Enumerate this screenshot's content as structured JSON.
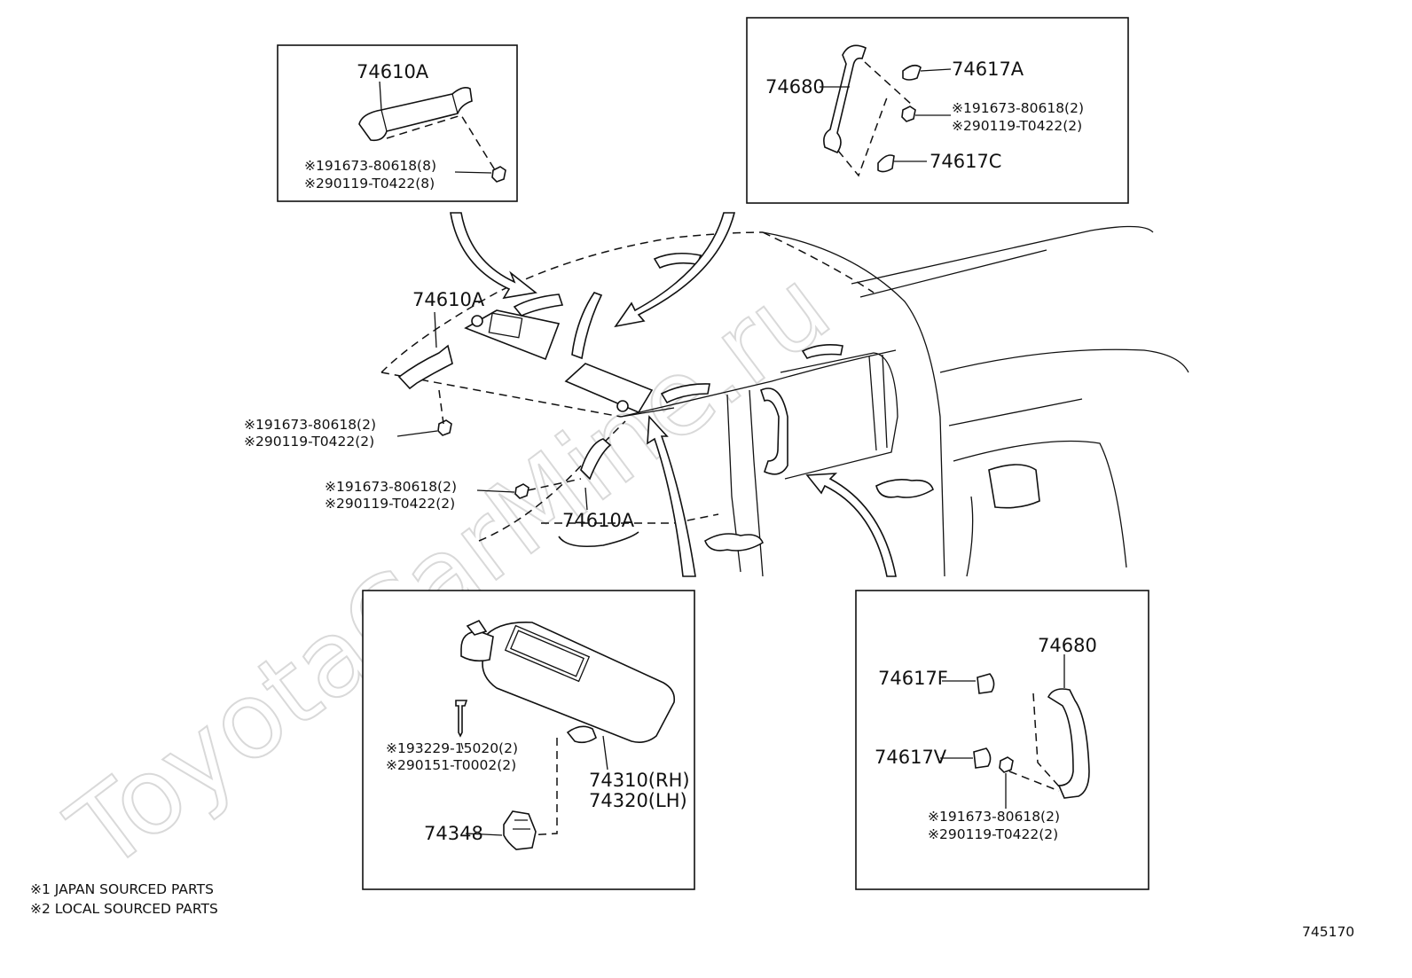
{
  "watermark": "ToyotaCarMine.ru",
  "footnotes": {
    "note1": "※1 JAPAN SOURCED PARTS",
    "note2": "※2 LOCAL SOURCED PARTS"
  },
  "diagram_id": "745170",
  "box_tl": {
    "part": "74610A",
    "code1": "※191673-80618(8)",
    "code2": "※290119-T0422(8)"
  },
  "box_tr": {
    "grip": "74680",
    "cap_a": "74617A",
    "cap_c": "74617C",
    "code1": "※191673-80618(2)",
    "code2": "※290119-T0422(2)"
  },
  "main": {
    "grip_left": "74610A",
    "grip_left_code1": "※191673-80618(2)",
    "grip_left_code2": "※290119-T0422(2)",
    "pillar_code1": "※191673-80618(2)",
    "pillar_code2": "※290119-T0422(2)",
    "pillar_grip": "74610A"
  },
  "box_bl": {
    "screw_code1": "※193229-15020(2)",
    "screw_code2": "※290151-T0002(2)",
    "visor_rh": "74310(RH)",
    "visor_lh": "74320(LH)",
    "holder": "74348"
  },
  "box_br": {
    "grip": "74680",
    "cap_f": "74617F",
    "cap_v": "74617V",
    "code1": "※191673-80618(2)",
    "code2": "※290119-T0422(2)"
  }
}
